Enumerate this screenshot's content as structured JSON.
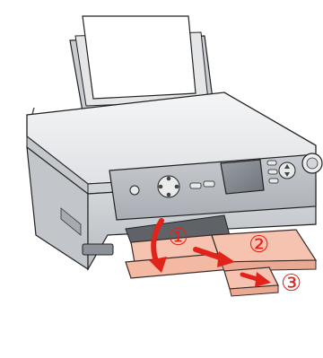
{
  "illustration": {
    "subject": "printer",
    "steps": [
      {
        "number": "1",
        "glyph": "①",
        "action": "lower-output-tray"
      },
      {
        "number": "2",
        "glyph": "②",
        "action": "pull-out-extension"
      },
      {
        "number": "3",
        "glyph": "③",
        "action": "pull-out-second-extension"
      }
    ]
  },
  "colors": {
    "arrow_red": "#e2231a",
    "tray_pink": "#f6c3b0",
    "tray_outline": "#3b2b28",
    "body_gray": "#d2d5d8",
    "panel_gray": "#b9bdc2",
    "paper_white": "#ffffff"
  }
}
